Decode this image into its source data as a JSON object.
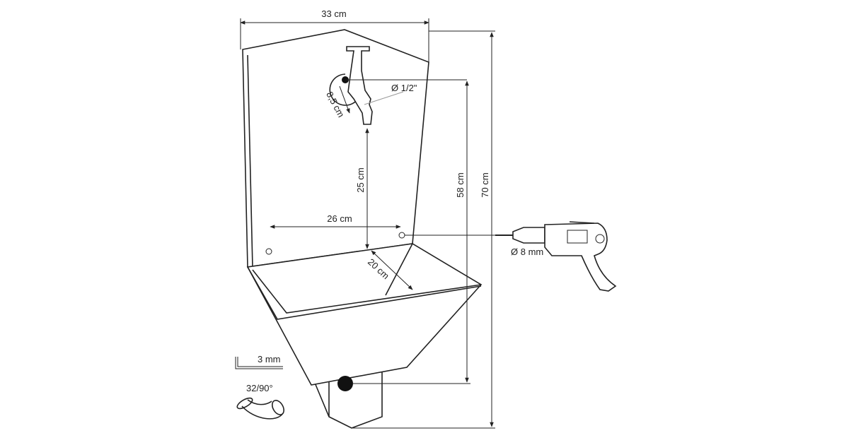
{
  "dimensions": {
    "width_top": "33 cm",
    "height_total": "70 cm",
    "height_tap_to_drain": "58 cm",
    "tap_to_holes": "25 cm",
    "hole_spacing": "26 cm",
    "basin_depth": "20 cm",
    "tap_radius": "8,5 cm",
    "tap_thread": "Ø 1/2\"",
    "drill_bit": "Ø 8 mm",
    "thickness": "3 mm",
    "elbow": "32/90°"
  }
}
